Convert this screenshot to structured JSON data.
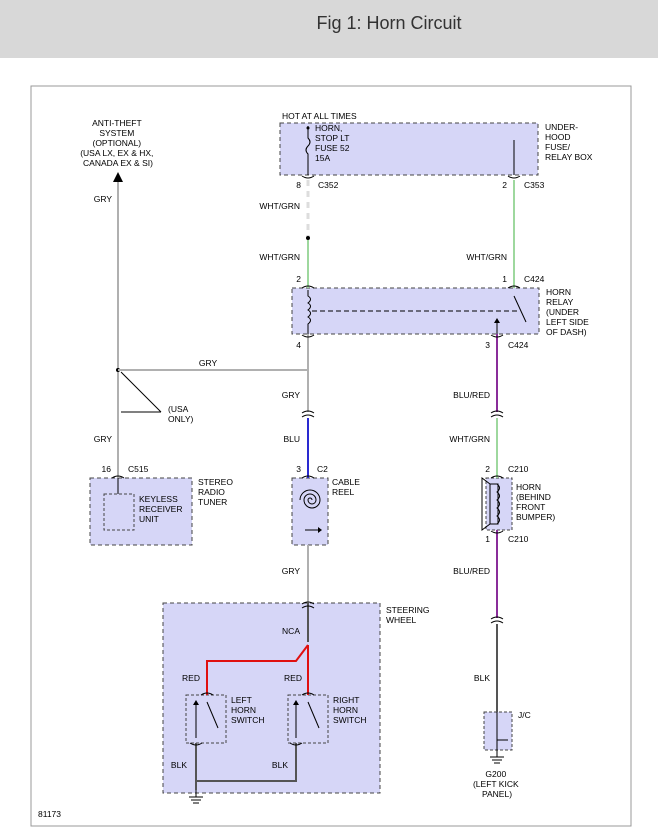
{
  "header": {
    "title": "Fig 1: Horn Circuit"
  },
  "colors": {
    "box_fill": "#d6d6f7",
    "gray_wire": "#b0b0b0",
    "green_wire": "#9ed89e",
    "blue_wire": "#2a2ad0",
    "purple_wire": "#8a2d9a",
    "red_wire": "#e01010",
    "black_wire": "#555555"
  },
  "labels": {
    "anti_theft": [
      "ANTI-THEFT",
      "SYSTEM",
      "(OPTIONAL)",
      "(USA LX, EX & HX,",
      "CANADA EX & SI)"
    ],
    "hot_at_all_times": "HOT AT ALL TIMES",
    "fuse": [
      "HORN,",
      "STOP LT",
      "FUSE 52",
      "15A"
    ],
    "underhood": [
      "UNDER-",
      "HOOD",
      "FUSE/",
      "RELAY BOX"
    ],
    "horn_relay": [
      "HORN",
      "RELAY",
      "(UNDER",
      "LEFT SIDE",
      "OF DASH)"
    ],
    "usa_only": [
      "(USA",
      "ONLY)"
    ],
    "stereo": [
      "STEREO",
      "RADIO",
      "TUNER"
    ],
    "keyless": [
      "KEYLESS",
      "RECEIVER",
      "UNIT"
    ],
    "cable_reel": [
      "CABLE",
      "REEL"
    ],
    "horn": [
      "HORN",
      "(BEHIND",
      "FRONT",
      "BUMPER)"
    ],
    "steering_wheel": [
      "STEERING",
      "WHEEL"
    ],
    "left_horn_switch": [
      "LEFT",
      "HORN",
      "SWITCH"
    ],
    "right_horn_switch": [
      "RIGHT",
      "HORN",
      "SWITCH"
    ],
    "g200": [
      "G200",
      "(LEFT KICK",
      "PANEL)"
    ],
    "jc": "J/C",
    "figure_number": "81173"
  },
  "connectors": {
    "c352": "C352",
    "c353": "C353",
    "c424_top": "C424",
    "c424_bottom": "C424",
    "c515": "C515",
    "c2": "C2",
    "c210_top": "C210",
    "c210_bottom": "C210"
  },
  "pins": {
    "p8": "8",
    "p2_fuse": "2",
    "p2_relay": "2",
    "p1_relay": "1",
    "p4": "4",
    "p3_relay": "3",
    "p16": "16",
    "p3_c2": "3",
    "p2_horn": "2",
    "p1_horn": "1"
  },
  "wires": {
    "gry_anti_upper": "GRY",
    "gry_anti_lower": "GRY",
    "gry_branch": "GRY",
    "wht_grn_upper": "WHT/GRN",
    "wht_grn_lower": "WHT/GRN",
    "wht_grn_right": "WHT/GRN",
    "gry_relay_out": "GRY",
    "blu": "BLU",
    "gry_reel_out": "GRY",
    "nca": "NCA",
    "red_left": "RED",
    "red_right": "RED",
    "blk_left": "BLK",
    "blk_right": "BLK",
    "blu_red_upper": "BLU/RED",
    "wht_grn_horn": "WHT/GRN",
    "blu_red_lower": "BLU/RED",
    "blk_ground": "BLK"
  }
}
